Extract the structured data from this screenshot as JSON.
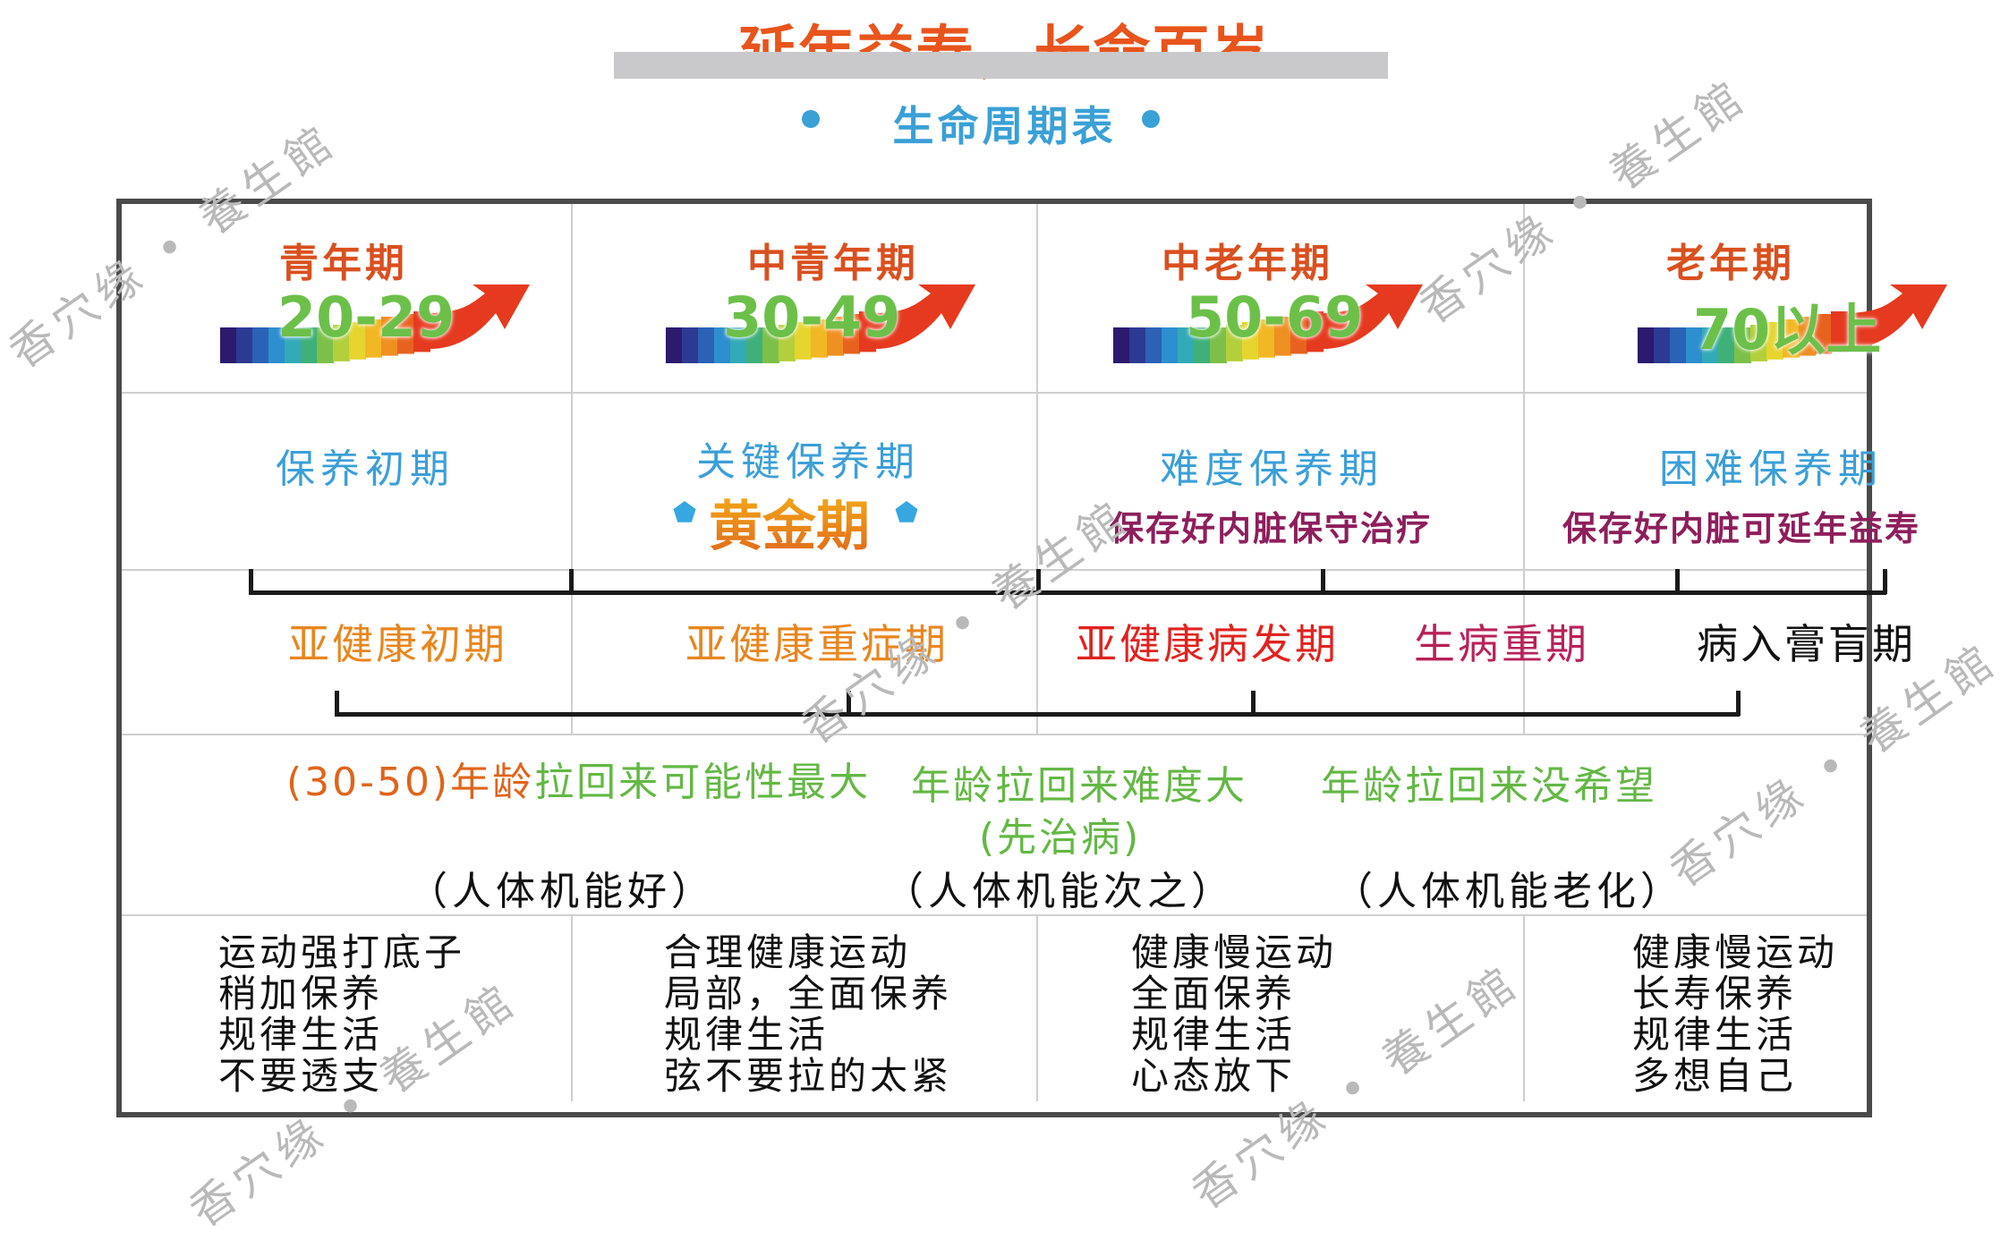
{
  "header": {
    "title": "延年益寿，长命百岁",
    "subtitle": "生命周期表"
  },
  "periods": [
    {
      "name": "青年期",
      "age": "20-29",
      "stage": "保养初期",
      "note": "",
      "tips": [
        "运动强打底子",
        "稍加保养",
        "规律生活",
        "不要透支"
      ]
    },
    {
      "name": "中青年期",
      "age": "30-49",
      "stage": "关键保养期",
      "note": "",
      "highlight": "黄金期",
      "tips": [
        "合理健康运动",
        "局部，全面保养",
        "规律生活",
        "弦不要拉的太紧"
      ]
    },
    {
      "name": "中老年期",
      "age": "50-69",
      "stage": "难度保养期",
      "note": "保存好内脏保守治疗",
      "tips": [
        "健康慢运动",
        "全面保养",
        "规律生活",
        "心态放下"
      ]
    },
    {
      "name": "老年期",
      "age": "70以上",
      "stage": "困难保养期",
      "note": "保存好内脏可延年益寿",
      "tips": [
        "健康慢运动",
        "长寿保养",
        "规律生活",
        "多想自己"
      ]
    }
  ],
  "health_phases": [
    {
      "label": "亚健康初期",
      "color": "#e8861f"
    },
    {
      "label": "亚健康重症期",
      "color": "#e8861f"
    },
    {
      "label": "亚健康病发期",
      "color": "#e0231f"
    },
    {
      "label": "生病重期",
      "color": "#b8215a"
    },
    {
      "label": "病入膏肓期",
      "color": "#111111"
    }
  ],
  "recovery": [
    {
      "prefix": "(30-50)年龄",
      "text": "拉回来可能性最大",
      "prefix_color": "#e0641b"
    },
    {
      "text": "年龄拉回来难度大",
      "sub": "(先治病)"
    },
    {
      "text": "年龄拉回来没希望"
    }
  ],
  "body_function": [
    "（人体机能好）",
    "（人体机能次之）",
    "（人体机能老化）"
  ],
  "watermark": "香穴缘 • 養生館",
  "colors": {
    "accent_orange": "#e8541c",
    "blue": "#3aa0d6",
    "green": "#63b844",
    "arrow_red": "#e53a1f"
  },
  "icons": {
    "age_arrow": "rainbow-curved-arrow-icon",
    "bullet": "dot-icon",
    "gem": "pentagon-gem-icon"
  }
}
